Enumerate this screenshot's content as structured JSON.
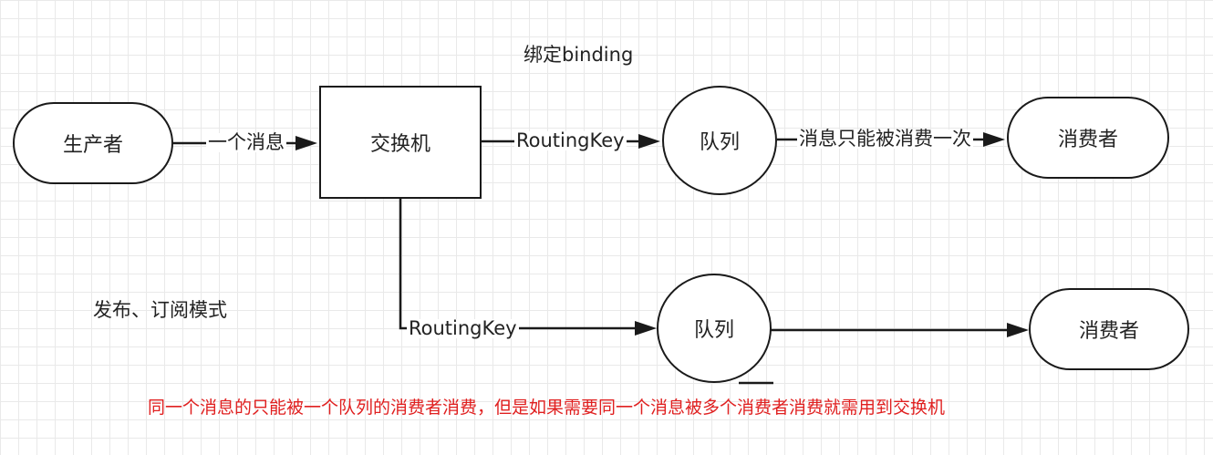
{
  "nodes": {
    "producer": "生产者",
    "exchange": "交换机",
    "queue_top": "队列",
    "consumer_top": "消费者",
    "queue_bottom": "队列",
    "consumer_bottom": "消费者"
  },
  "edges": {
    "producer_to_exchange": "一个消息",
    "exchange_to_queue_top": "RoutingKey",
    "queue_top_to_consumer": "消息只能被消费一次",
    "exchange_to_queue_bottom": "RoutingKey"
  },
  "annotations": {
    "binding": "绑定binding",
    "pubsub": "发布、订阅模式",
    "note": "同一个消息的只能被一个队列的消费者消费，但是如果需要同一个消息被多个消费者消费就需用到交换机"
  },
  "colors": {
    "stroke": "#1a1a1a",
    "note_text": "#e02020",
    "grid": "#e9e9e9"
  }
}
